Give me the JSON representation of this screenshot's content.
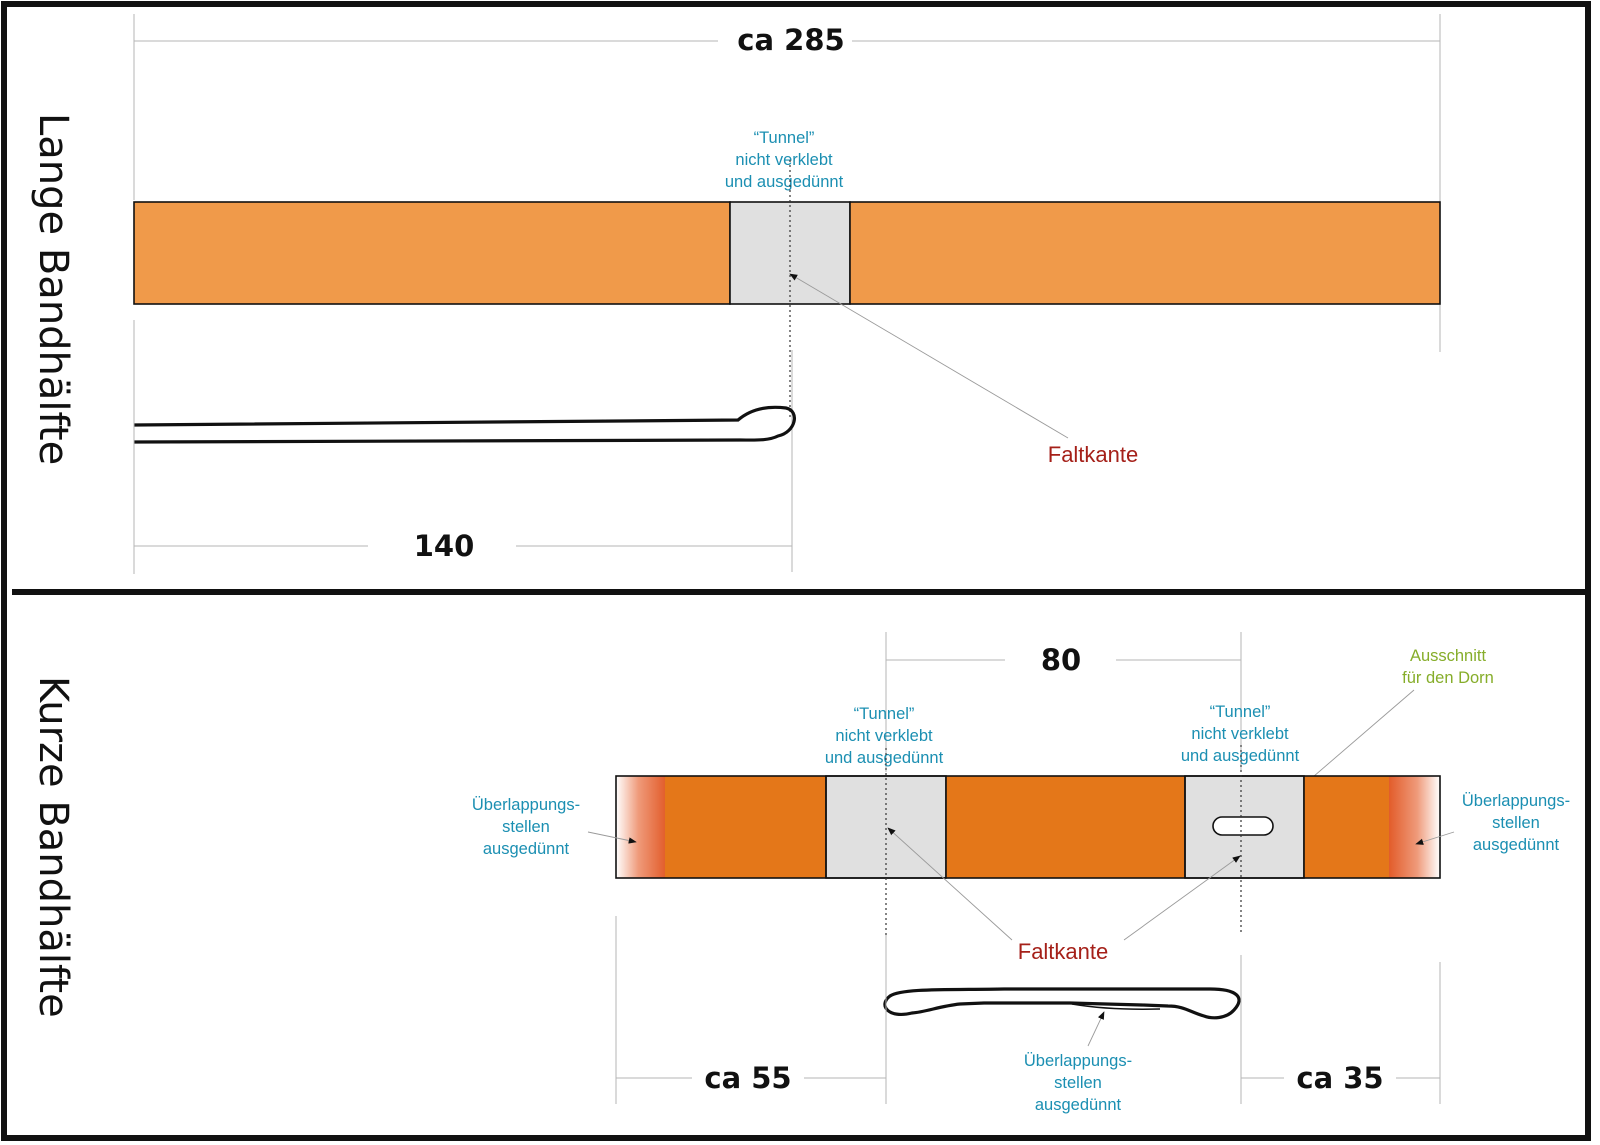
{
  "colors": {
    "long_strip": "#f09a4a",
    "short_strip": "#e47719",
    "tunnel": "#e0e0e0",
    "annotation_blue": "#1b8fb2",
    "fold_red": "#a52019",
    "cutout_green": "#86ad2a"
  },
  "top": {
    "side_label": "Lange Bandhälfte",
    "dim_total": "ca 285",
    "dim_half": "140",
    "tunnel_note": [
      "“Tunnel”",
      "nicht verklebt",
      "und ausgedünnt"
    ],
    "fold_label": "Faltkante"
  },
  "bottom": {
    "side_label": "Kurze Bandhälfte",
    "dim_between": "80",
    "dim_left": "ca 55",
    "dim_right": "ca 35",
    "tunnel_note_left": [
      "“Tunnel”",
      "nicht verklebt",
      "und ausgedünnt"
    ],
    "tunnel_note_right": [
      "“Tunnel”",
      "nicht verklebt",
      "und ausgedünnt"
    ],
    "cutout_note": [
      "Ausschnitt",
      "für den Dorn"
    ],
    "overlap_left": [
      "Überlappungs-",
      "stellen",
      "ausgedünnt"
    ],
    "overlap_right": [
      "Überlappungs-",
      "stellen",
      "ausgedünnt"
    ],
    "overlap_bottom": [
      "Überlappungs-",
      "stellen",
      "ausgedünnt"
    ],
    "fold_label": "Faltkante"
  }
}
